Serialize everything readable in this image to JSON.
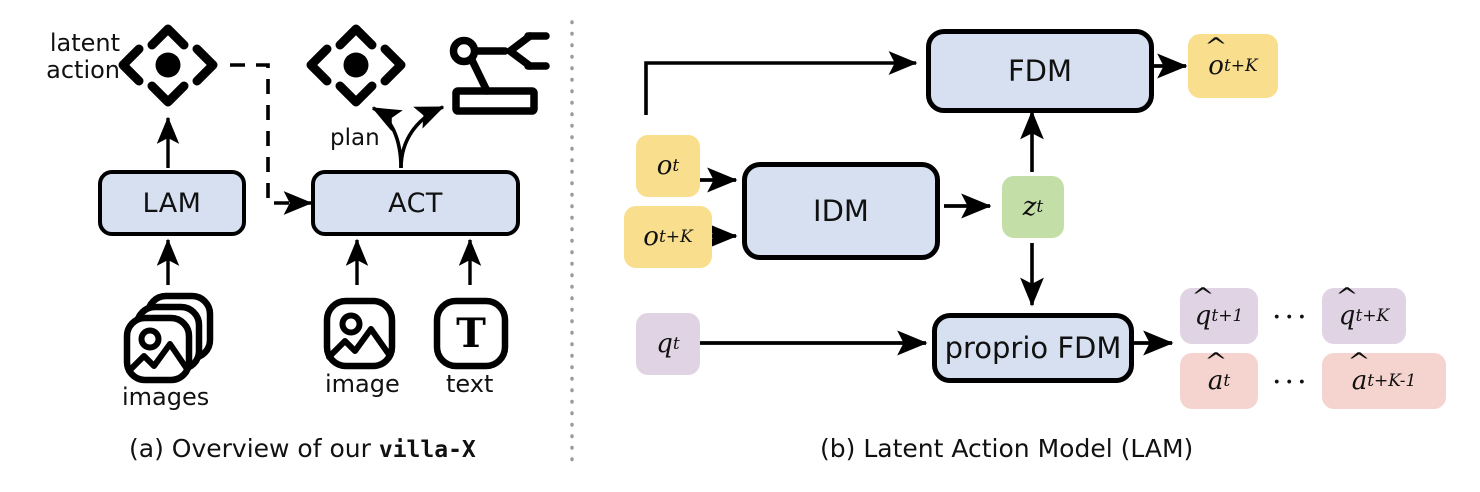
{
  "figure": {
    "panels": [
      {
        "id": "a",
        "caption_prefix": "(a) Overview of our ",
        "caption_mono": "villa-X",
        "labels": {
          "latent_action_line1": "latent",
          "latent_action_line2": "action",
          "plan": "plan",
          "images": "images",
          "image": "image",
          "text": "text",
          "text_icon_glyph": "T"
        },
        "nodes": [
          {
            "name": "lam",
            "label": "LAM",
            "color": "#D6E0F0"
          },
          {
            "name": "act",
            "label": "ACT",
            "color": "#D6E0F0"
          }
        ]
      },
      {
        "id": "b",
        "caption": "(b) Latent Action Model (LAM)",
        "nodes": [
          {
            "name": "fdm",
            "label": "FDM",
            "color": "#D6E0F0"
          },
          {
            "name": "idm",
            "label": "IDM",
            "color": "#D6E0F0"
          },
          {
            "name": "proprio-fdm",
            "label": "proprio FDM",
            "color": "#D6E0F0"
          }
        ],
        "chips": [
          {
            "name": "o-t",
            "base": "o",
            "sub": "t",
            "hat": false,
            "color": "#F8DE8D"
          },
          {
            "name": "o-t-plus-k",
            "base": "o",
            "sub": "t+K",
            "hat": false,
            "color": "#F8DE8D"
          },
          {
            "name": "q-t",
            "base": "q",
            "sub": "t",
            "hat": false,
            "color": "#E0D3E3"
          },
          {
            "name": "z-t",
            "base": "z",
            "sub": "t",
            "hat": false,
            "color": "#C4DEA8"
          },
          {
            "name": "o-hat-t-plus-k",
            "base": "o",
            "sub": "t+K",
            "hat": true,
            "color": "#F8DE8D"
          },
          {
            "name": "q-hat-t-plus-1",
            "base": "q",
            "sub": "t+1",
            "hat": true,
            "color": "#E0D3E3"
          },
          {
            "name": "q-hat-t-plus-k",
            "base": "q",
            "sub": "t+K",
            "hat": true,
            "color": "#E0D3E3"
          },
          {
            "name": "a-hat-t",
            "base": "a",
            "sub": "t",
            "hat": true,
            "color": "#F5D4D0"
          },
          {
            "name": "a-hat-t-plus-k-1",
            "base": "a",
            "sub": "t+K-1",
            "hat": true,
            "color": "#F5D4D0"
          }
        ],
        "ellipsis": "···"
      }
    ],
    "colors": {
      "blue_box": "#D6E0F0",
      "yellow_chip": "#F8DE8D",
      "green_chip": "#C4DEA8",
      "purple_chip": "#E0D3E3",
      "pink_chip": "#F5D4D0",
      "stroke": "#000000",
      "divider": "#9a9a9a",
      "background": "#FFFFFF"
    }
  }
}
